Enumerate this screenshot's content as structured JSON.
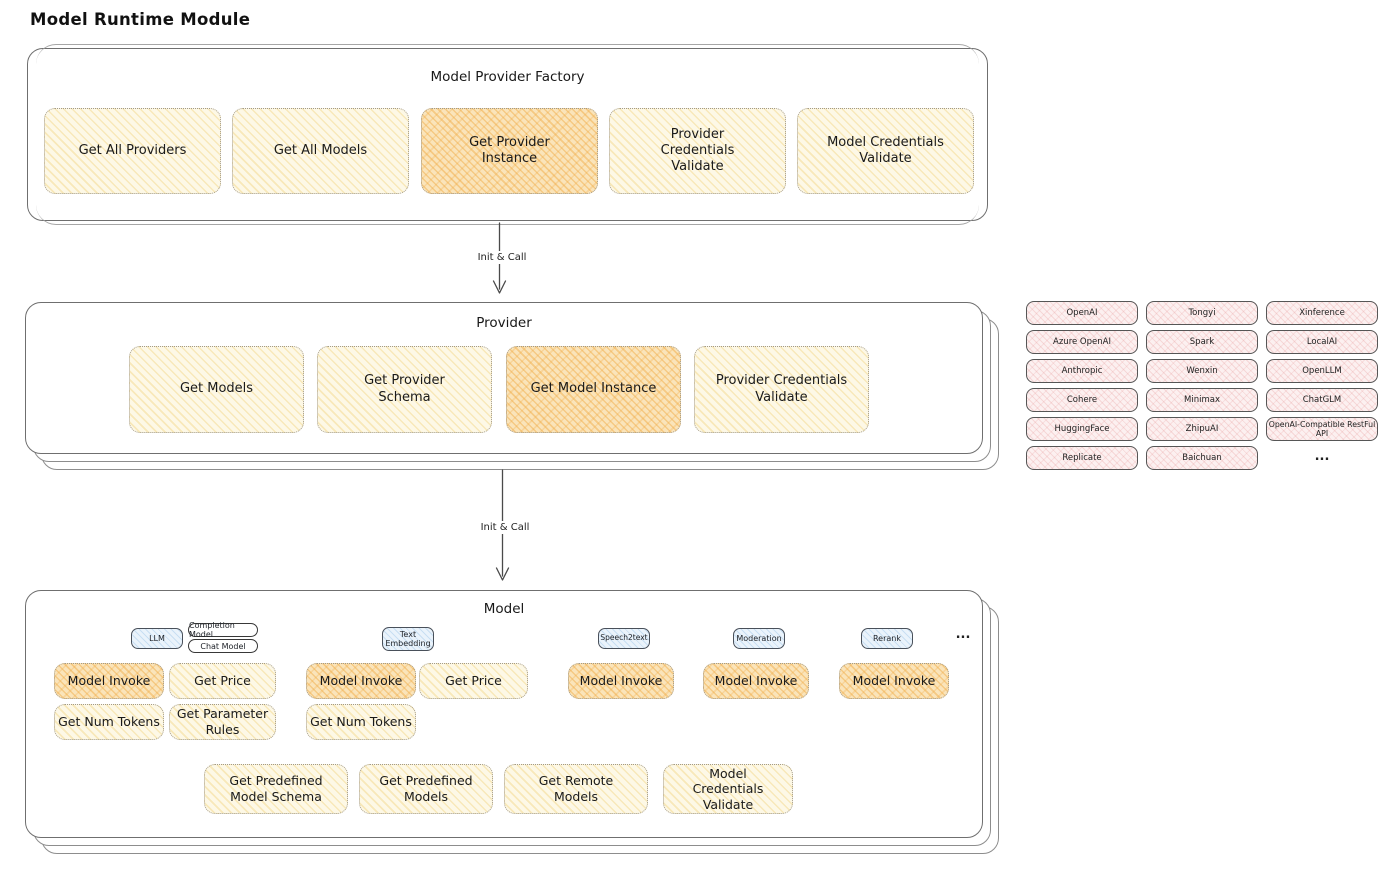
{
  "page_title": "Model Runtime Module",
  "arrow1_label": "Init & Call",
  "arrow2_label": "Init & Call",
  "colors": {
    "yellow_fill": "#fdf8e6",
    "orange_fill": "#fae4ba",
    "pink_fill": "#fcf0f0",
    "blue_fill": "#eaf3fb",
    "card_border": "#6f6f6f",
    "text": "#1c1c1c"
  },
  "factory": {
    "title": "Model Provider Factory",
    "buttons": [
      {
        "label": "Get All Providers",
        "highlight": false
      },
      {
        "label": "Get All Models",
        "highlight": false
      },
      {
        "label": "Get Provider Instance",
        "highlight": true
      },
      {
        "label": "Provider Credentials Validate",
        "highlight": false
      },
      {
        "label": "Model Credentials Validate",
        "highlight": false
      }
    ]
  },
  "provider": {
    "title": "Provider",
    "buttons": [
      {
        "label": "Get Models",
        "highlight": false
      },
      {
        "label": "Get Provider Schema",
        "highlight": false
      },
      {
        "label": "Get Model Instance",
        "highlight": true
      },
      {
        "label": "Provider Credentials Validate",
        "highlight": false
      }
    ]
  },
  "providers_grid": {
    "col1": [
      "OpenAI",
      "Azure OpenAI",
      "Anthropic",
      "Cohere",
      "HuggingFace",
      "Replicate"
    ],
    "col2": [
      "Tongyi",
      "Spark",
      "Wenxin",
      "Minimax",
      "ZhipuAI",
      "Baichuan"
    ],
    "col3": [
      "Xinference",
      "LocalAI",
      "OpenLLM",
      "ChatGLM",
      "OpenAI-Compatible RestFul API"
    ],
    "more": "..."
  },
  "model": {
    "title": "Model",
    "more": "...",
    "groups": {
      "llm": {
        "chip": "LLM",
        "sub_chips": [
          "Completion Model",
          "Chat Model"
        ],
        "buttons": [
          "Model Invoke",
          "Get Price",
          "Get Num Tokens",
          "Get Parameter Rules"
        ]
      },
      "text_embedding": {
        "chip": "Text Embedding",
        "buttons": [
          "Model Invoke",
          "Get Price",
          "Get Num Tokens"
        ]
      },
      "speech2text": {
        "chip": "Speech2text",
        "buttons": [
          "Model Invoke"
        ]
      },
      "moderation": {
        "chip": "Moderation",
        "buttons": [
          "Model Invoke"
        ]
      },
      "rerank": {
        "chip": "Rerank",
        "buttons": [
          "Model Invoke"
        ]
      }
    },
    "bottom_buttons": [
      "Get Predefined Model Schema",
      "Get Predefined Models",
      "Get Remote Models",
      "Model Credentials Validate"
    ]
  }
}
